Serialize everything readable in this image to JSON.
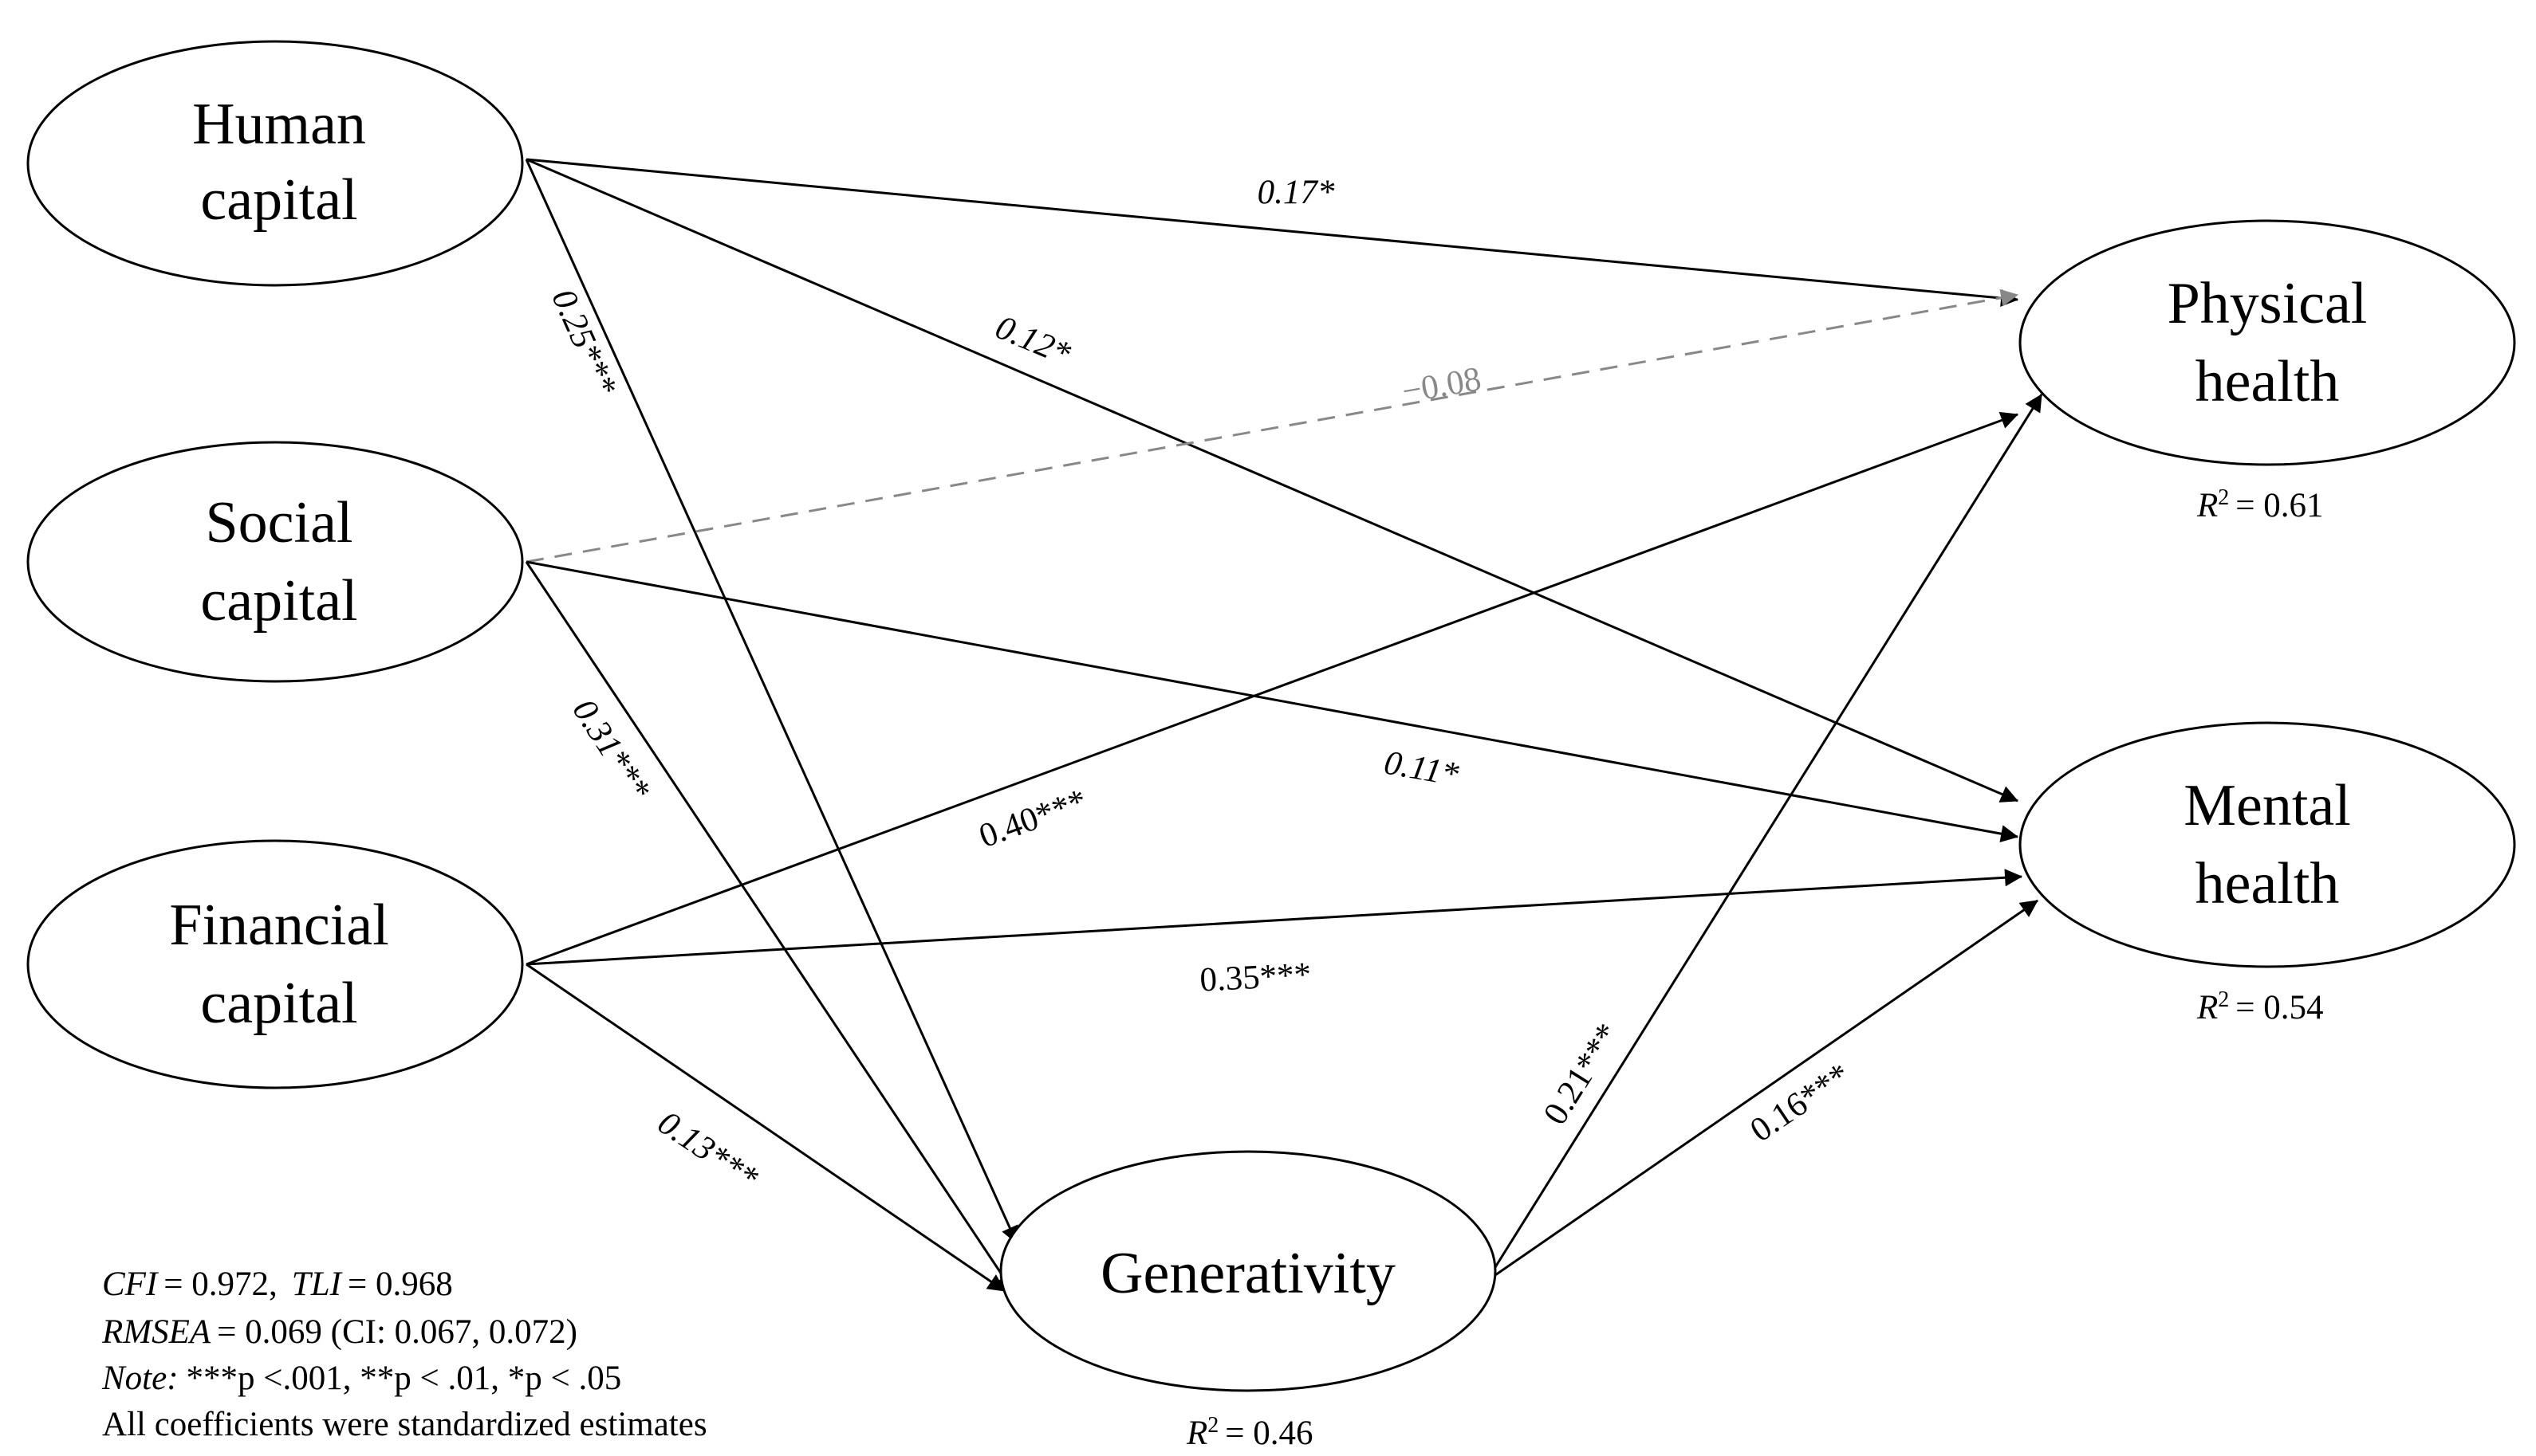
{
  "nodes": {
    "human": {
      "line1": "Human",
      "line2": "capital"
    },
    "social": {
      "line1": "Social",
      "line2": "capital"
    },
    "financial": {
      "line1": "Financial",
      "line2": "capital"
    },
    "generativity": {
      "line1": "Generativity"
    },
    "physical": {
      "line1": "Physical",
      "line2": "health"
    },
    "mental": {
      "line1": "Mental",
      "line2": "health"
    }
  },
  "paths": {
    "human_physical": "0.17*",
    "human_mental": "0.12*",
    "human_generativity": "0.25***",
    "social_physical": "−0.08",
    "social_mental": "0.11*",
    "social_generativity": "0.31***",
    "financial_physical": "0.40***",
    "financial_mental": "0.35***",
    "financial_generativity": "0.13***",
    "generativity_physical": "0.21***",
    "generativity_mental": "0.16***"
  },
  "r_squared": {
    "symbol": "R",
    "sup": "2",
    "physical": "= 0.61",
    "mental": "= 0.54",
    "generativity": "= 0.46"
  },
  "fit": {
    "cfi_label": "CFI",
    "cfi_value": "= 0.972,",
    "tli_label": "TLI",
    "tli_value": "= 0.968",
    "rmsea_label": "RMSEA",
    "rmsea_value": "= 0.069 (CI: 0.067, 0.072)",
    "note_label": "Note:",
    "note_text": "***p <.001, **p < .01, *p < .05",
    "standardized": "All coefficients were standardized estimates"
  },
  "colors": {
    "significant": "#000000",
    "non_significant": "#888888"
  }
}
